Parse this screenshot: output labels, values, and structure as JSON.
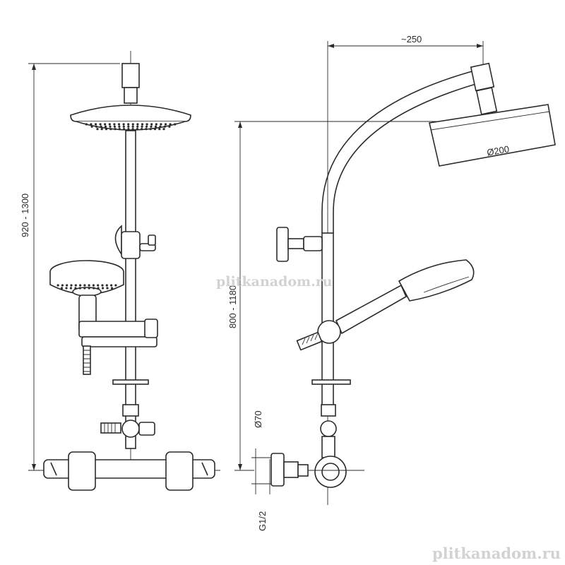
{
  "dimensions": {
    "total_height_range": "920 - 1300",
    "shower_height_range": "800 - 1180",
    "arm_reach": "~250",
    "head_diameter": "Ø200",
    "pipe_spacing": "Ø70",
    "thread_size": "G1/2"
  },
  "watermarks": {
    "center": "plitkanadom.ru",
    "corner": "plitkanadom.ru"
  },
  "colors": {
    "line": "#2b2b2b",
    "watermark": "#d2d2d2",
    "background": "#ffffff"
  }
}
